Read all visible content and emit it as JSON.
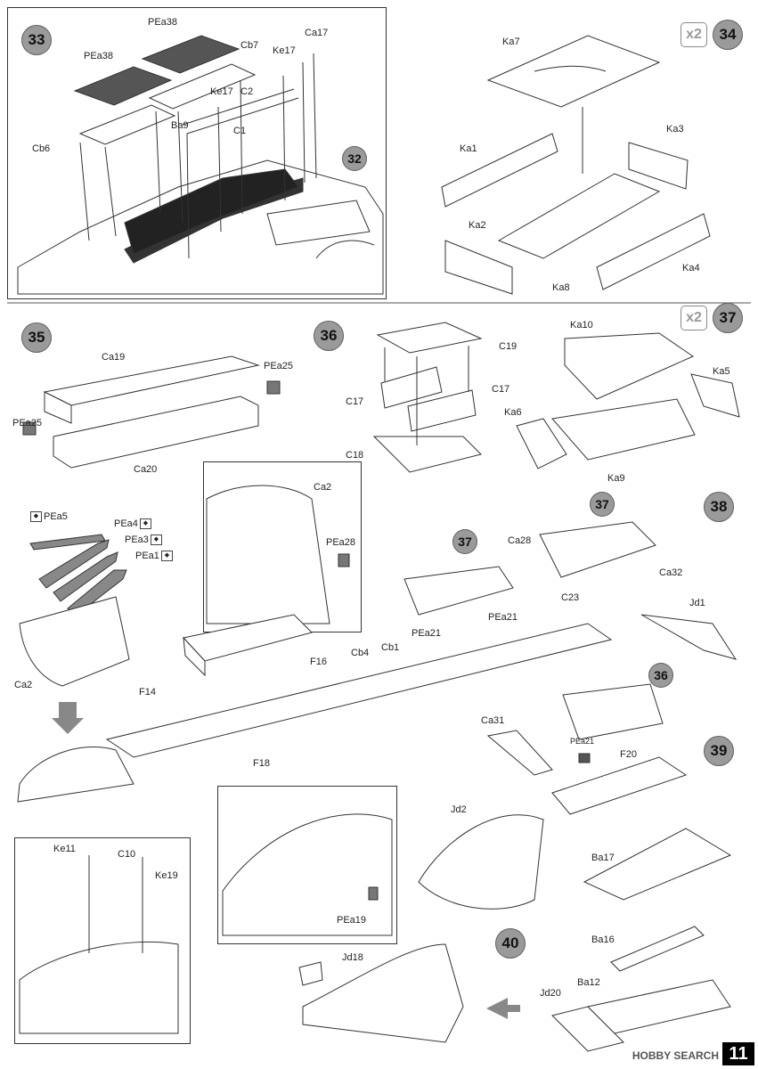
{
  "page_number": "11",
  "watermark": "HOBBY SEARCH",
  "steps": {
    "s33": "33",
    "s34": "34",
    "s35": "35",
    "s36": "36",
    "s37": "37",
    "s38": "38",
    "s39": "39",
    "s40": "40",
    "ref32": "32",
    "ref34": "34",
    "ref37a": "37",
    "ref37b": "37",
    "ref36": "36"
  },
  "multipliers": {
    "m34": "x2",
    "m37": "x2"
  },
  "labels": {
    "PEa38_top": "PEa38",
    "PEa38_left": "PEa38",
    "Cb7": "Cb7",
    "Ke17_a": "Ke17",
    "Ca17_a": "Ca17",
    "C2": "C2",
    "Ke17_b": "Ke17",
    "C1": "C1",
    "Ba9": "Ba9",
    "Cb6": "Cb6",
    "Ka7": "Ka7",
    "Ka1": "Ka1",
    "Ka3": "Ka3",
    "Ka2": "Ka2",
    "Ka8": "Ka8",
    "Ka4": "Ka4",
    "Ca19_35": "Ca19",
    "PEa25_r": "PEa25",
    "PEa25_l": "PEa25",
    "Ca20": "Ca20",
    "C19": "C19",
    "C17_l": "C17",
    "C17_r": "C17",
    "C18": "C18",
    "Ka10": "Ka10",
    "Ka5": "Ka5",
    "Ka6": "Ka6",
    "Ka9": "Ka9",
    "PEa5": "PEa5",
    "PEa4": "PEa4",
    "PEa3": "PEa3",
    "PEa1": "PEa1",
    "Ca2_a": "Ca2",
    "Ca2_b": "Ca2",
    "PEa28": "PEa28",
    "Ca28": "Ca28",
    "C23": "C23",
    "Ca32": "Ca32",
    "Jd1": "Jd1",
    "PEa21_a": "PEa21",
    "PEa21_b": "PEa21",
    "Cb1": "Cb1",
    "Cb4": "Cb4",
    "F16": "F16",
    "F14": "F14",
    "F18": "F18",
    "Ca31": "Ca31",
    "PEa21_c": "PEa21",
    "F20": "F20",
    "Jd2": "Jd2",
    "Ke11": "Ke11",
    "C10": "C10",
    "Ke19": "Ke19",
    "PEa19": "PEa19",
    "Ba17": "Ba17",
    "Ba16": "Ba16",
    "Ba12": "Ba12",
    "Jd20": "Jd20",
    "Jd18": "Jd18"
  }
}
